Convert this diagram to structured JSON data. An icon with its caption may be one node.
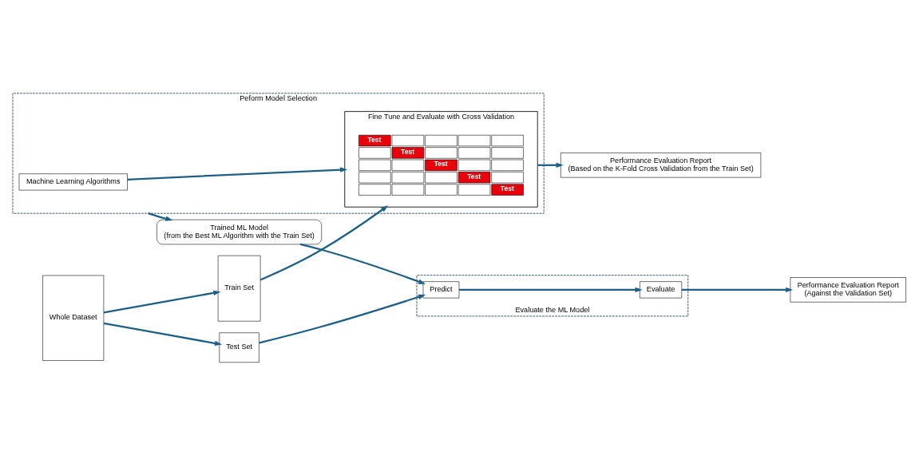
{
  "diagram": {
    "nodes": [
      {
        "text": [
          "Whole Dataset"
        ]
      },
      {
        "text": [
          "Train Set"
        ]
      },
      {
        "text": [
          "Peform Model Selection"
        ]
      },
      {
        "text": [
          "Machine Learning Algorithms"
        ],
        "in": 2
      },
      {
        "text": [
          "Fine Tune and Evaluate with Cross Validation"
        ],
        "in": 2
      },
      {
        "text": [
          "Performance Evaluation Report",
          "(Based on the K-Fold Cross Validation from the Train Set)"
        ]
      },
      {
        "text": [
          "Trained ML Model",
          "(from the Best ML Algorithm with the Train Set)"
        ]
      },
      {
        "text": [
          "Test Set"
        ]
      },
      {
        "text": [
          "Evaluate the ML Model"
        ]
      },
      {
        "text": [
          "Predict"
        ],
        "in": 8
      },
      {
        "text": [
          "Evaluate"
        ],
        "in": 8
      },
      {
        "text": [
          "Performance Evaluation Report",
          "(Against the Validation Set)"
        ]
      }
    ],
    "edges": [
      {
        "from": 0,
        "to": 1,
        "arrow": "to"
      },
      {
        "from": 0,
        "to": 7,
        "arrow": "to"
      },
      {
        "from": 1,
        "to": 4,
        "arrow": "to"
      },
      {
        "from": 3,
        "to": 4,
        "arrow": "to"
      },
      {
        "from": 4,
        "to": 5,
        "arrow": "to"
      },
      {
        "from": 2,
        "to": 6,
        "arrow": "to"
      },
      {
        "from": 6,
        "to": 9,
        "arrow": "to"
      },
      {
        "from": 7,
        "to": 9,
        "arrow": "to"
      },
      {
        "from": 9,
        "to": 10,
        "arrow": "to"
      },
      {
        "from": 10,
        "to": 11,
        "arrow": "to"
      }
    ],
    "labels": [
      "Test",
      "Test",
      "Test",
      "Test",
      "Test"
    ]
  }
}
